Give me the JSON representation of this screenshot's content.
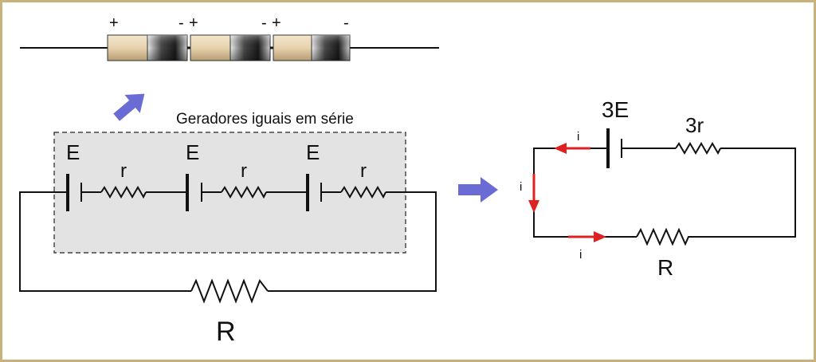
{
  "top_strip": {
    "polarity_labels": [
      "+",
      "-",
      "+",
      "-",
      "+",
      "-"
    ]
  },
  "series_circuit": {
    "caption": "Geradores iguais em série",
    "generator_labels": [
      "E",
      "E",
      "E"
    ],
    "internal_resistance_labels": [
      "r",
      "r",
      "r"
    ],
    "load_label": "R"
  },
  "equivalent_circuit": {
    "emf_label": "3E",
    "internal_resistance_label": "3r",
    "load_label": "R",
    "current_labels": [
      "i",
      "i",
      "i"
    ]
  },
  "colors": {
    "frame_border": "#c8b27c",
    "dashed_box_fill": "#e3e3e3",
    "current_arrow": "#e02020",
    "pointer_arrow": "#6b6bd6",
    "cell_tan": "#e6d2ad",
    "cell_dark": "#3a3a3a"
  }
}
